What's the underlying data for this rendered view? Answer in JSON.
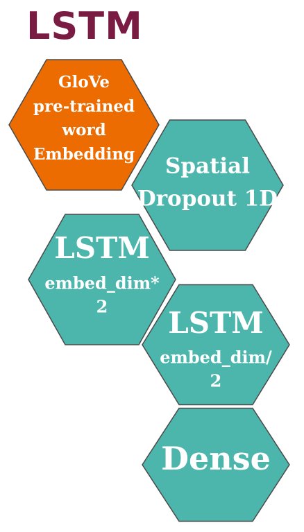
{
  "title": "LSTM",
  "colors": {
    "title": "#7a1b43",
    "orange": "#ed6c02",
    "teal": "#4db6ac",
    "stroke": "#4a4a4a",
    "text": "#ffffff"
  },
  "nodes": [
    {
      "id": "glove",
      "color": "orange",
      "lines": [
        "GloVe",
        "pre-trained",
        "word",
        "Embedding"
      ]
    },
    {
      "id": "spatial-dropout",
      "color": "teal",
      "lines": [
        "Spatial",
        "Dropout 1D"
      ]
    },
    {
      "id": "lstm-1",
      "color": "teal",
      "lines": [
        "LSTM",
        "embed_dim*",
        "2"
      ]
    },
    {
      "id": "lstm-2",
      "color": "teal",
      "lines": [
        "LSTM",
        "embed_dim/",
        "2"
      ]
    },
    {
      "id": "dense",
      "color": "teal",
      "lines": [
        "Dense"
      ]
    }
  ]
}
